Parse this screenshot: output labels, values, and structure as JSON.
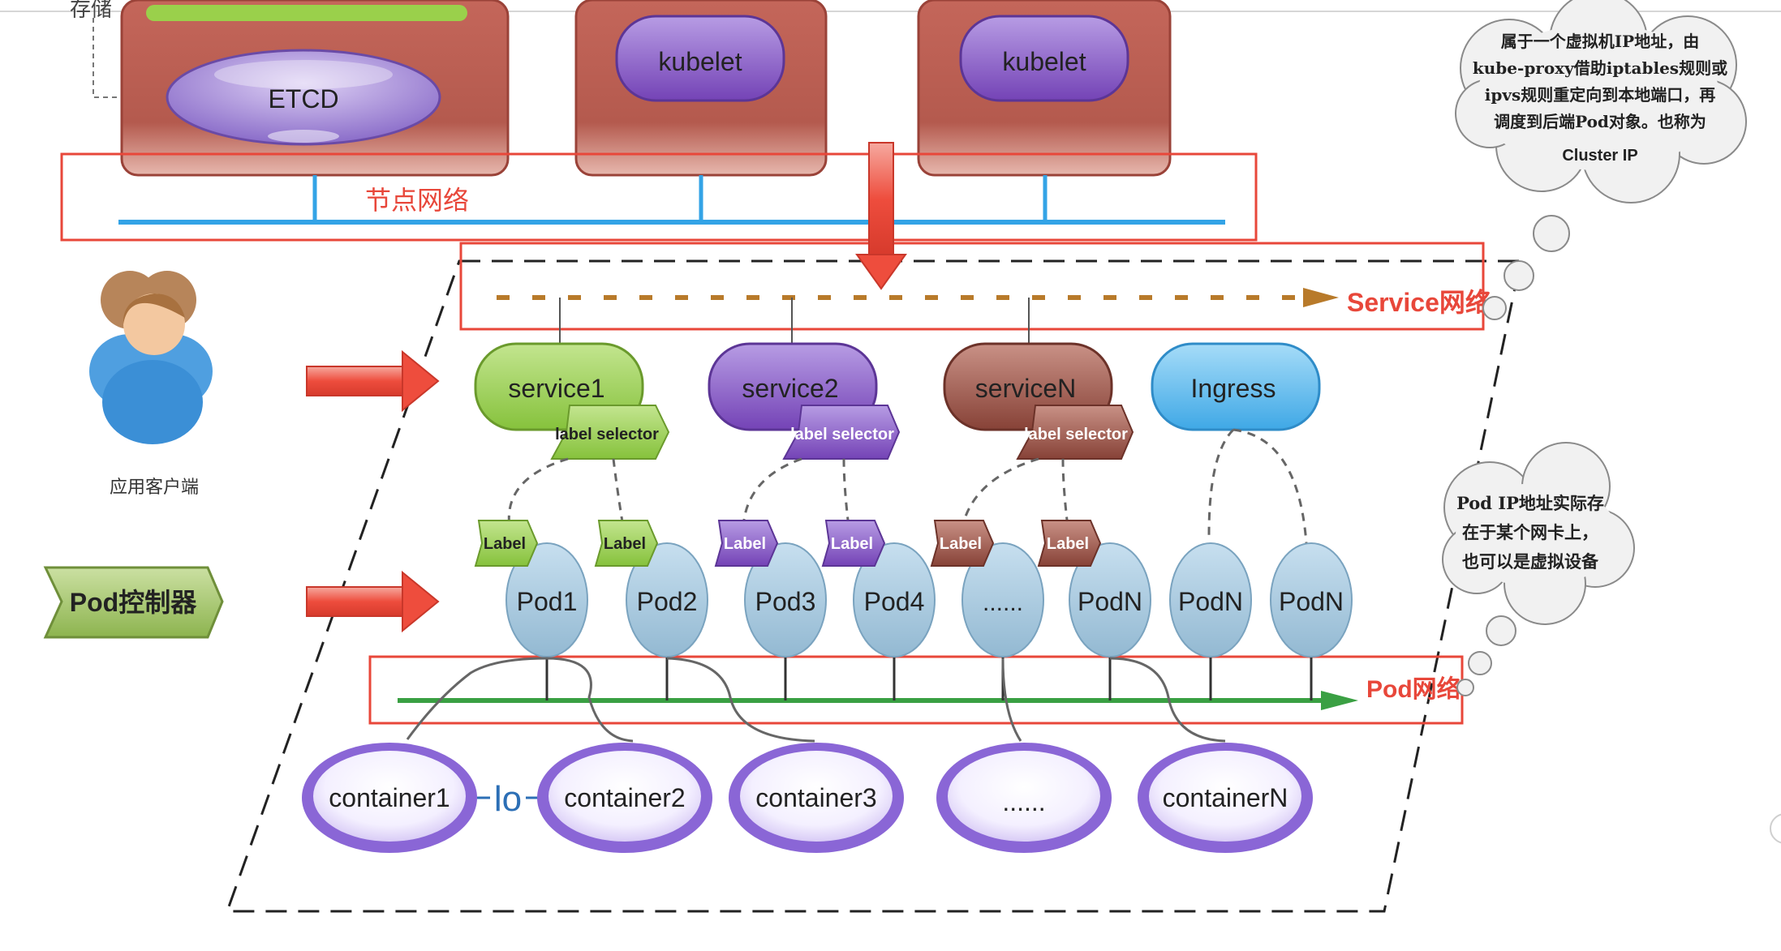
{
  "top_clipped_text": "存储",
  "node_network_label": "节点网络",
  "service_network_label": "Service网络",
  "pod_network_label": "Pod网络",
  "etcd_label": "ETCD",
  "kubelet_labels": [
    "kubelet",
    "kubelet"
  ],
  "client_label": "应用客户端",
  "pod_controller_label": "Pod控制器",
  "services": [
    {
      "label": "service1",
      "selector": "label selector",
      "color": "#8cc63f"
    },
    {
      "label": "service2",
      "selector": "label selector",
      "color": "#7d4fb3"
    },
    {
      "label": "serviceN",
      "selector": "label selector",
      "color": "#8a4a3f"
    },
    {
      "label": "Ingress",
      "selector": "",
      "color": "#4fb3ea"
    }
  ],
  "pod_labels": [
    "Label",
    "Label",
    "Label",
    "Label",
    "Label",
    "Label"
  ],
  "pods": [
    "Pod1",
    "Pod2",
    "Pod3",
    "Pod4",
    "......",
    "PodN",
    "PodN",
    "PodN"
  ],
  "containers": [
    "container1",
    "container2",
    "container3",
    "......",
    "containerN"
  ],
  "lo_label": "lo",
  "cloud_top_lines": [
    "属于一个虚拟机IP地址，由",
    "kube-proxy借助iptables规则或",
    "ipvs规则重定向到本地端口，再",
    "调度到后端Pod对象。也称为",
    "Cluster IP"
  ],
  "cloud_bottom_lines": [
    "Pod IP地址实际存",
    "在于某个网卡上，",
    "也可以是虚拟设备"
  ],
  "colors": {
    "red_frame": "#e8473a",
    "node_box": "#b5564c",
    "blue_line": "#33a3e6",
    "green_line": "#3aa043",
    "dash_orange": "#b87a2a",
    "pod_fill": "#a9c9dd",
    "container_ring": "#8a66d6"
  }
}
